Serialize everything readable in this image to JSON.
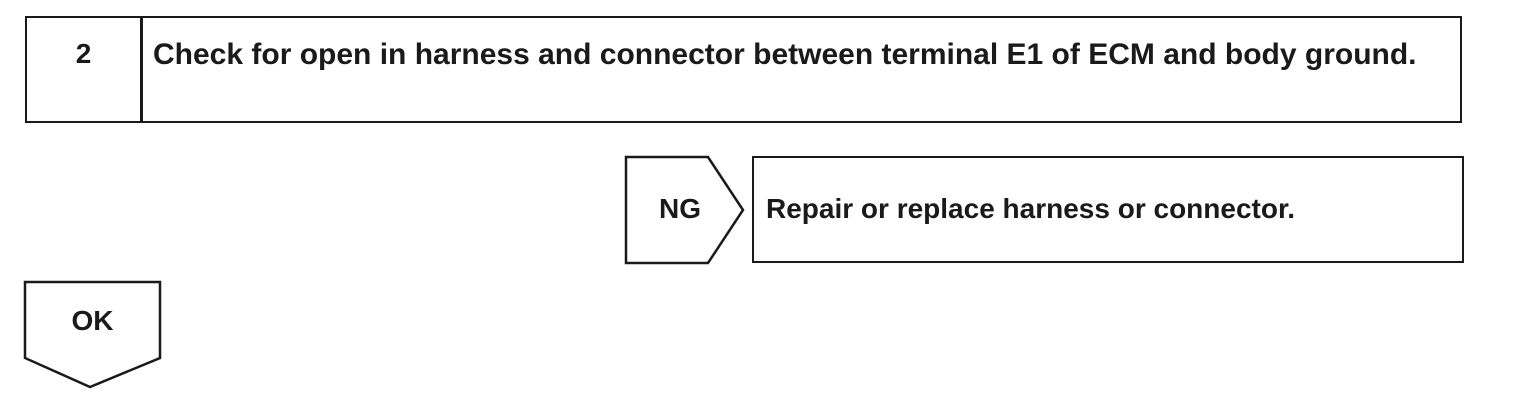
{
  "step": {
    "number": "2",
    "text": "Check for open in harness and connector between terminal E1 of ECM and body ground."
  },
  "ng_branch": {
    "label": "NG",
    "action": "Repair or replace harness or connector."
  },
  "ok_branch": {
    "label": "OK"
  },
  "colors": {
    "line": "#1a1a1a",
    "background": "#ffffff"
  }
}
